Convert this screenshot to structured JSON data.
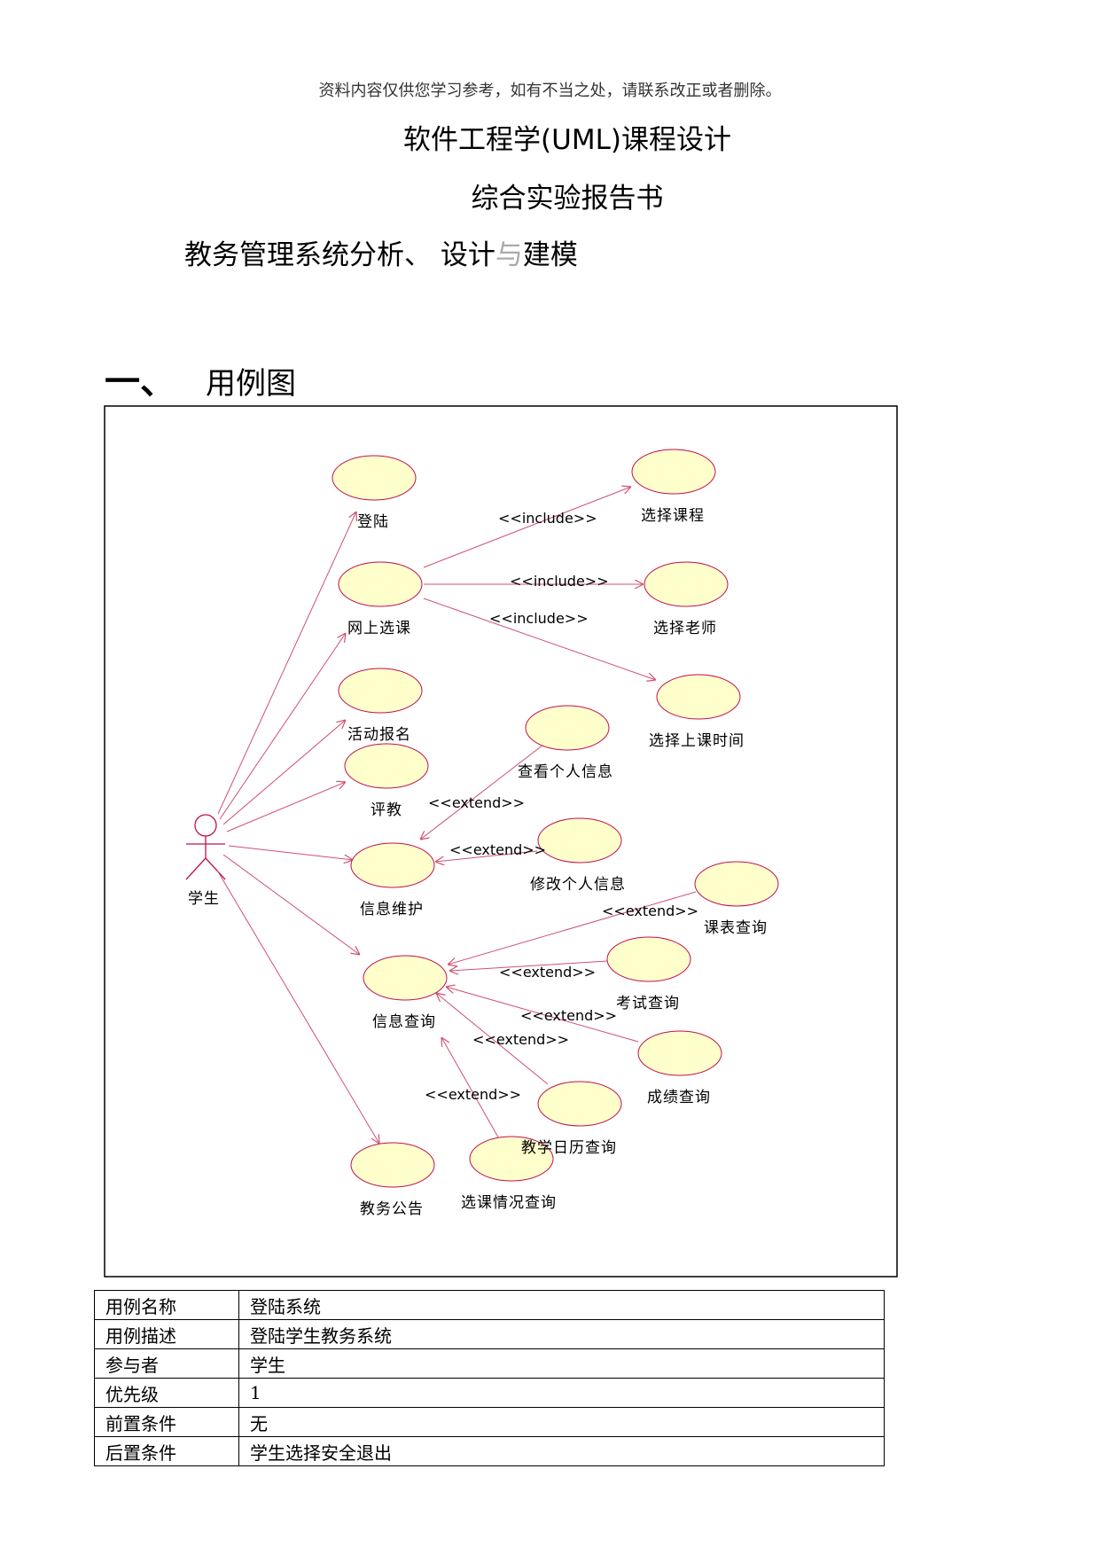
{
  "doc": {
    "watermark": "资料内容仅供您学习参考，如有不当之处，请联系改正或者删除。",
    "title_line1": "软件工程学(UML)课程设计",
    "title_line2": "综合实验报告书",
    "title_line3_a": "教务管理系统分析、 设计",
    "title_line3_b": "与",
    "title_line3_c": "建模",
    "section_number": "一、",
    "section_title": "用例图"
  },
  "diagram": {
    "actor": "学生",
    "use_cases": {
      "login": "登陆",
      "online_select": "网上选课",
      "activity_signup": "活动报名",
      "evaluate": "评教",
      "info_maintain": "信息维护",
      "info_query": "信息查询",
      "notice": "教务公告",
      "select_course": "选择课程",
      "select_teacher": "选择老师",
      "select_time": "选择上课时间",
      "view_info": "查看个人信息",
      "modify_info": "修改个人信息",
      "schedule_query": "课表查询",
      "exam_query": "考试查询",
      "grade_query": "成绩查询",
      "calendar_query": "教学日历查询",
      "selection_query": "选课情况查询"
    },
    "include_label": "<<include>>",
    "extend_label": "<<extend>>"
  },
  "use_case_table": [
    {
      "key": "用例名称",
      "value": "登陆系统"
    },
    {
      "key": "用例描述",
      "value": "登陆学生教务系统"
    },
    {
      "key": "参与者",
      "value": "学生"
    },
    {
      "key": "优先级",
      "value": "1"
    },
    {
      "key": "前置条件",
      "value": "无"
    },
    {
      "key": "后置条件",
      "value": "学生选择安全退出"
    }
  ],
  "colors": {
    "usecase_fill": "#FFFFCC",
    "usecase_stroke": "#C01050",
    "arrow": "#D05070"
  }
}
